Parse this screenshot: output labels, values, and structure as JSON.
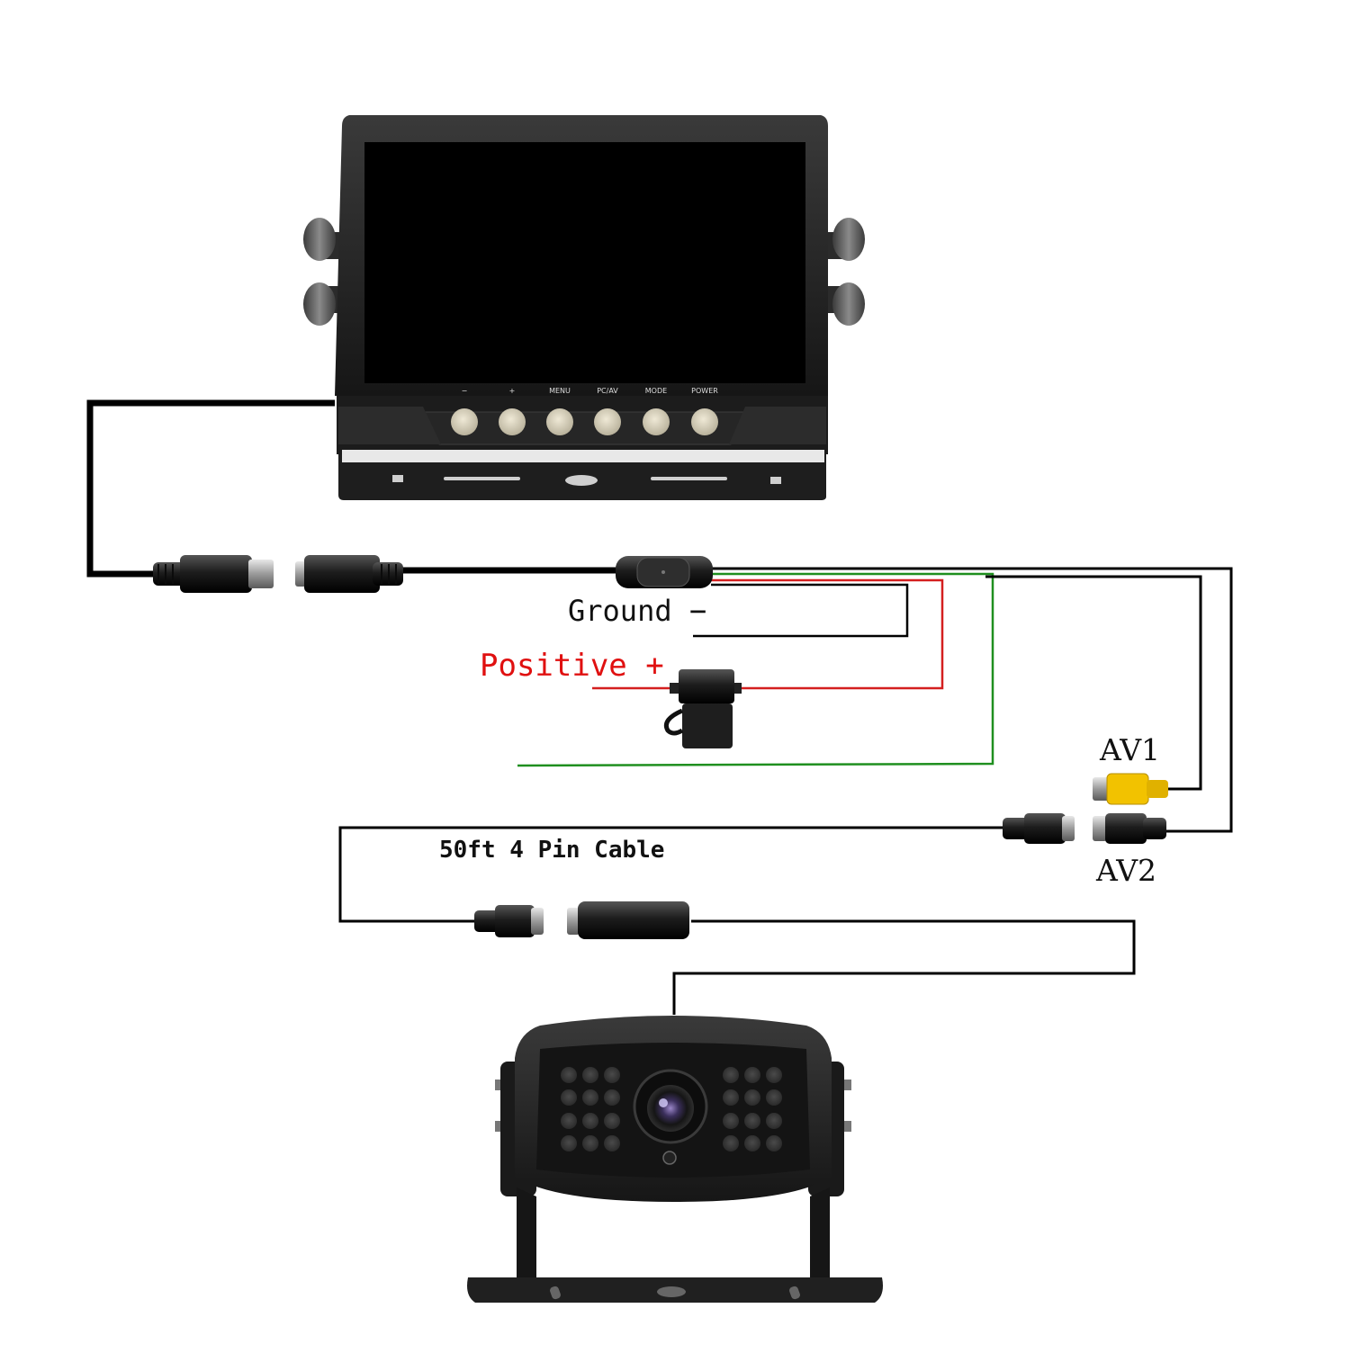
{
  "monitor": {
    "button_labels": [
      "−",
      "+",
      "MENU",
      "PC/AV",
      "MODE",
      "POWER"
    ]
  },
  "labels": {
    "ground": "Ground −",
    "positive": "Positive +",
    "av1": "AV1",
    "av2": "AV2",
    "cable": "50ft 4 Pin Cable"
  },
  "colors": {
    "ground_wire": "#000000",
    "positive_wire": "#d41f1f",
    "signal_wire": "#1f8f1f",
    "positive_label": "#e01010",
    "av1_plug": "#f2c200"
  }
}
